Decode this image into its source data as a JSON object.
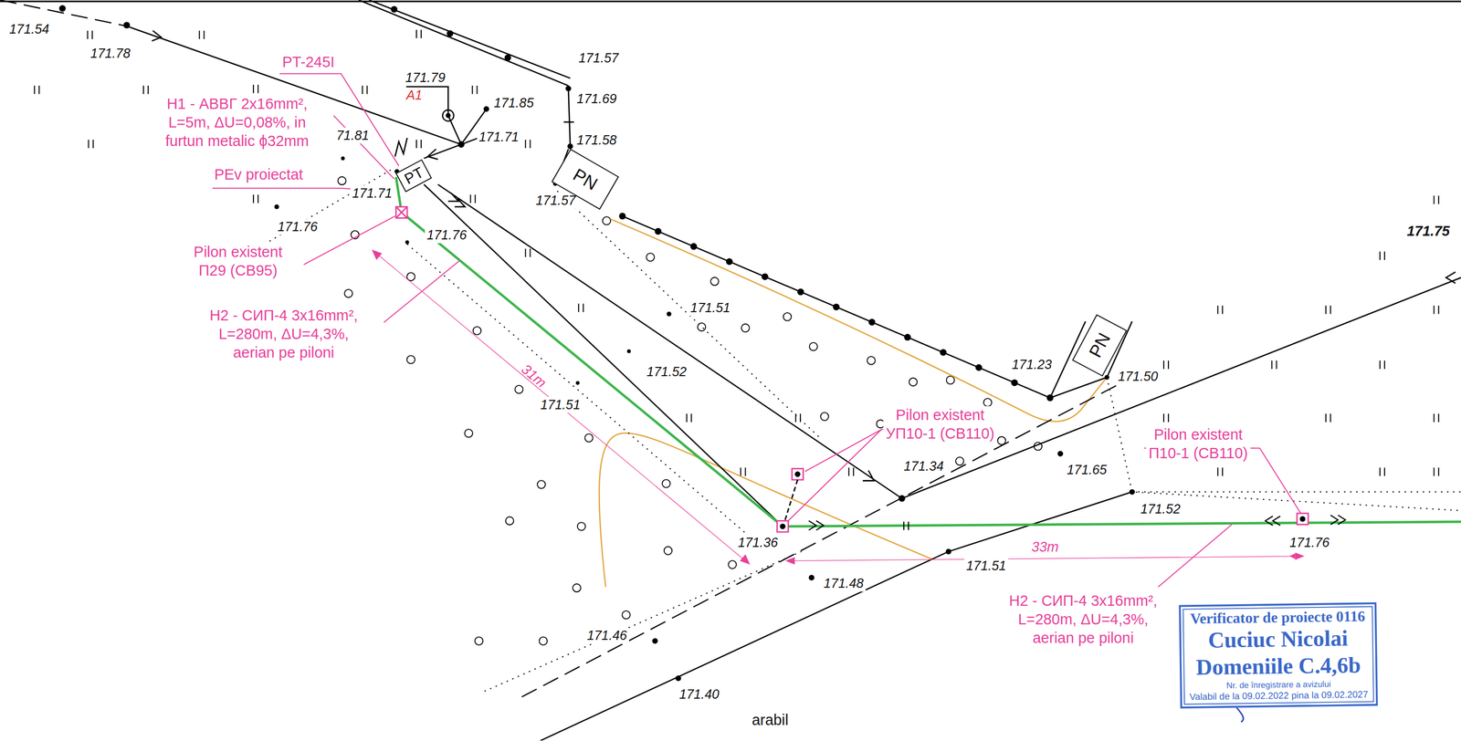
{
  "diagram": {
    "nodes": [
      {
        "text": [
          "PT"
        ]
      },
      {
        "text": [
          "PN"
        ]
      },
      {
        "text": [
          "PN"
        ]
      },
      {
        "text": [
          "Verificator de proiecte 0116",
          "Cuciuc Nicolai",
          "Domeniile C.4,6b",
          "Nr. de înregistrare a avizului",
          "Valabil de la 09.02.2022 pina la 09.02.2027"
        ]
      }
    ],
    "labels": [
      "171.54",
      "171.78",
      "PT-245I",
      "171.79",
      "A1",
      "171.57",
      "171.69",
      "171.85",
      "H1 - АВВГ 2x16mm², L=5m, ΔU=0,08%, in furtun metalic ϕ32mm",
      "171.71",
      "171.58",
      "71.81",
      "PEv proiectat",
      "171.71",
      "171.57",
      "171.75",
      "171.76",
      "171.76",
      "Pilon existent П29 (CB95)",
      "H2 - СИП-4 3x16mm², L=280m, ΔU=4,3%, aerian pe piloni",
      "171.51",
      "31m",
      "171.52",
      "171.51",
      "171.23",
      "171.50",
      "Pilon existent УП10-1 (CB110)",
      "171.34",
      "171.65",
      "Pilon existent П10-1 (CB110)",
      "171.52",
      "171.36",
      "33m",
      "171.51",
      "171.76",
      "171.48",
      "H2 - СИП-4 3x16mm², L=280m, ΔU=4,3%, aerian pe piloni",
      "171.46",
      "171.40",
      "arabil"
    ]
  }
}
